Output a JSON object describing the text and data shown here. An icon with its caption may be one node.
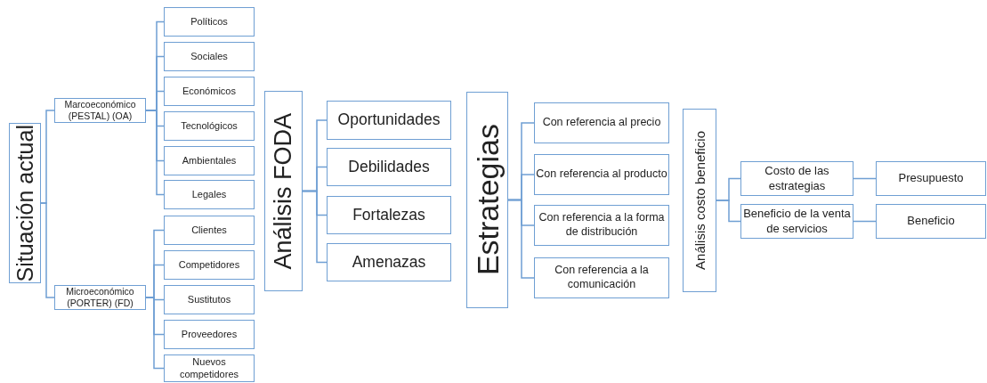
{
  "diagram": {
    "nodes": [
      {
        "text": [
          "Situación actual"
        ]
      },
      {
        "text": [
          "Marcoeconómico (PESTAL) (OA)"
        ]
      },
      {
        "text": [
          "Microeconómico (PORTER) (FD)"
        ]
      },
      {
        "text": [
          "Políticos"
        ]
      },
      {
        "text": [
          "Sociales"
        ]
      },
      {
        "text": [
          "Económicos"
        ]
      },
      {
        "text": [
          "Tecnológicos"
        ]
      },
      {
        "text": [
          "Ambientales"
        ]
      },
      {
        "text": [
          "Legales"
        ]
      },
      {
        "text": [
          "Clientes"
        ]
      },
      {
        "text": [
          "Competidores"
        ]
      },
      {
        "text": [
          "Sustitutos"
        ]
      },
      {
        "text": [
          "Proveedores"
        ]
      },
      {
        "text": [
          "Nuevos competidores"
        ]
      },
      {
        "text": [
          "Análisis FODA"
        ]
      },
      {
        "text": [
          "Oportunidades"
        ]
      },
      {
        "text": [
          "Debilidades"
        ]
      },
      {
        "text": [
          "Fortalezas"
        ]
      },
      {
        "text": [
          "Amenazas"
        ]
      },
      {
        "text": [
          "Estrategias"
        ]
      },
      {
        "text": [
          "Con referencia al precio"
        ]
      },
      {
        "text": [
          "Con referencia al producto"
        ]
      },
      {
        "text": [
          "Con referencia a la forma de distribución"
        ]
      },
      {
        "text": [
          "Con referencia a la comunicación"
        ]
      },
      {
        "text": [
          "Análisis costo beneficio"
        ]
      },
      {
        "text": [
          "Costo de las estrategias"
        ]
      },
      {
        "text": [
          "Beneficio de la venta de servicios"
        ]
      },
      {
        "text": [
          "Presupuesto"
        ]
      },
      {
        "text": [
          "Beneficio"
        ]
      }
    ],
    "edges": [
      {
        "from": 0,
        "to": 1,
        "arrow": "none"
      },
      {
        "from": 0,
        "to": 2,
        "arrow": "none"
      },
      {
        "from": 1,
        "to": 3,
        "arrow": "none"
      },
      {
        "from": 1,
        "to": 4,
        "arrow": "none"
      },
      {
        "from": 1,
        "to": 5,
        "arrow": "none"
      },
      {
        "from": 1,
        "to": 6,
        "arrow": "none"
      },
      {
        "from": 1,
        "to": 7,
        "arrow": "none"
      },
      {
        "from": 1,
        "to": 8,
        "arrow": "none"
      },
      {
        "from": 2,
        "to": 9,
        "arrow": "none"
      },
      {
        "from": 2,
        "to": 10,
        "arrow": "none"
      },
      {
        "from": 2,
        "to": 11,
        "arrow": "none"
      },
      {
        "from": 2,
        "to": 12,
        "arrow": "none"
      },
      {
        "from": 2,
        "to": 13,
        "arrow": "none"
      },
      {
        "from": 14,
        "to": 15,
        "arrow": "none"
      },
      {
        "from": 14,
        "to": 16,
        "arrow": "none"
      },
      {
        "from": 14,
        "to": 17,
        "arrow": "none"
      },
      {
        "from": 14,
        "to": 18,
        "arrow": "none"
      },
      {
        "from": 19,
        "to": 20,
        "arrow": "none"
      },
      {
        "from": 19,
        "to": 21,
        "arrow": "none"
      },
      {
        "from": 19,
        "to": 22,
        "arrow": "none"
      },
      {
        "from": 19,
        "to": 23,
        "arrow": "none"
      },
      {
        "from": 24,
        "to": 25,
        "arrow": "none"
      },
      {
        "from": 24,
        "to": 26,
        "arrow": "none"
      },
      {
        "from": 25,
        "to": 27,
        "arrow": "none"
      },
      {
        "from": 26,
        "to": 28,
        "arrow": "none"
      }
    ]
  }
}
